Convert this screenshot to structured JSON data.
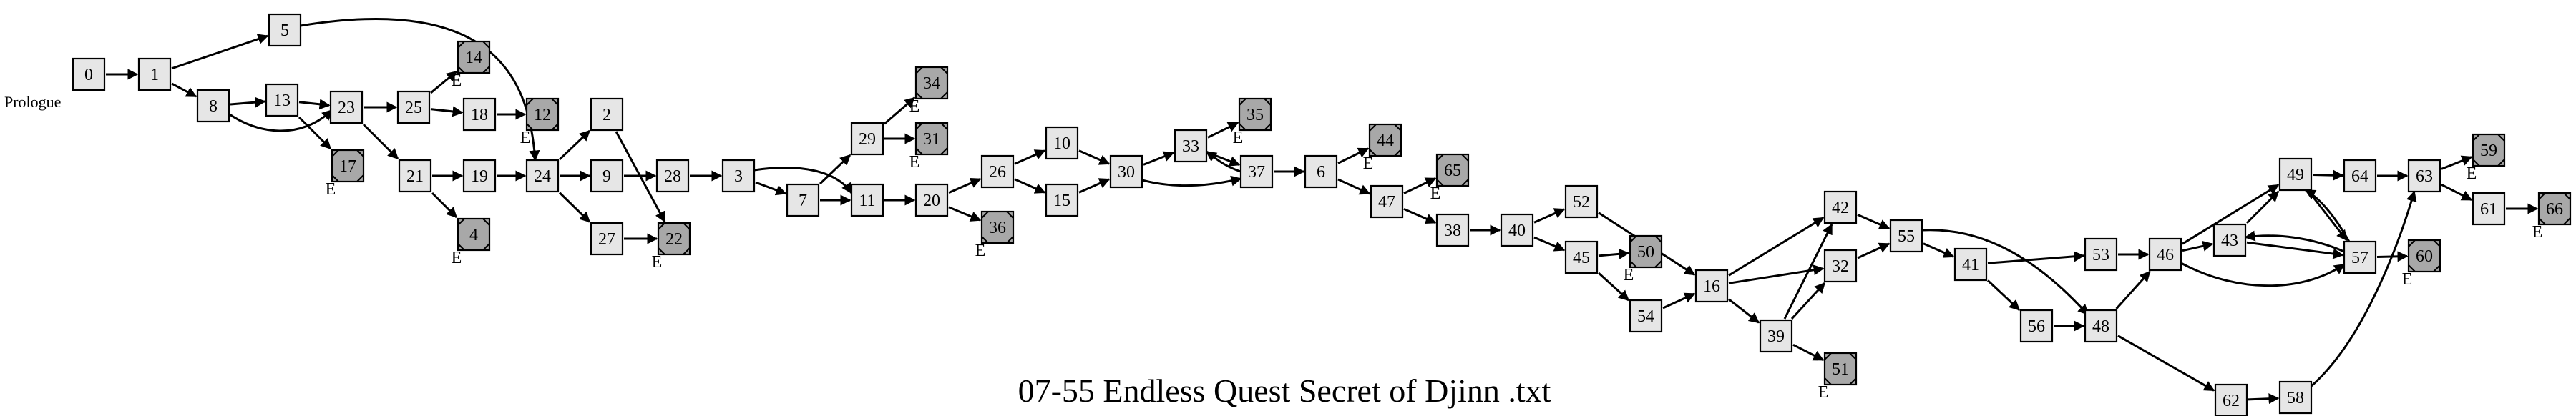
{
  "title": "07-55 Endless Quest Secret of Djinn .txt",
  "prologue_label": "Prologue",
  "end_marker": "E",
  "nodes": [
    {
      "id": "0",
      "ending": false
    },
    {
      "id": "1",
      "ending": false
    },
    {
      "id": "5",
      "ending": false
    },
    {
      "id": "8",
      "ending": false
    },
    {
      "id": "13",
      "ending": false
    },
    {
      "id": "17",
      "ending": true
    },
    {
      "id": "23",
      "ending": false
    },
    {
      "id": "21",
      "ending": false
    },
    {
      "id": "25",
      "ending": false
    },
    {
      "id": "14",
      "ending": true
    },
    {
      "id": "18",
      "ending": false
    },
    {
      "id": "12",
      "ending": true
    },
    {
      "id": "19",
      "ending": false
    },
    {
      "id": "4",
      "ending": true
    },
    {
      "id": "24",
      "ending": false
    },
    {
      "id": "2",
      "ending": false
    },
    {
      "id": "9",
      "ending": false
    },
    {
      "id": "27",
      "ending": false
    },
    {
      "id": "28",
      "ending": false
    },
    {
      "id": "22",
      "ending": true
    },
    {
      "id": "3",
      "ending": false
    },
    {
      "id": "7",
      "ending": false
    },
    {
      "id": "11",
      "ending": false
    },
    {
      "id": "29",
      "ending": false
    },
    {
      "id": "34",
      "ending": true
    },
    {
      "id": "31",
      "ending": true
    },
    {
      "id": "20",
      "ending": false
    },
    {
      "id": "26",
      "ending": false
    },
    {
      "id": "36",
      "ending": true
    },
    {
      "id": "10",
      "ending": false
    },
    {
      "id": "15",
      "ending": false
    },
    {
      "id": "30",
      "ending": false
    },
    {
      "id": "33",
      "ending": false
    },
    {
      "id": "35",
      "ending": true
    },
    {
      "id": "37",
      "ending": false
    },
    {
      "id": "6",
      "ending": false
    },
    {
      "id": "44",
      "ending": true
    },
    {
      "id": "47",
      "ending": false
    },
    {
      "id": "65",
      "ending": true
    },
    {
      "id": "38",
      "ending": false
    },
    {
      "id": "40",
      "ending": false
    },
    {
      "id": "52",
      "ending": false
    },
    {
      "id": "45",
      "ending": false
    },
    {
      "id": "50",
      "ending": true
    },
    {
      "id": "54",
      "ending": false
    },
    {
      "id": "16",
      "ending": false
    },
    {
      "id": "42",
      "ending": false
    },
    {
      "id": "32",
      "ending": false
    },
    {
      "id": "39",
      "ending": false
    },
    {
      "id": "51",
      "ending": true
    },
    {
      "id": "55",
      "ending": false
    },
    {
      "id": "41",
      "ending": false
    },
    {
      "id": "56",
      "ending": false
    },
    {
      "id": "53",
      "ending": false
    },
    {
      "id": "48",
      "ending": false
    },
    {
      "id": "46",
      "ending": false
    },
    {
      "id": "43",
      "ending": false
    },
    {
      "id": "49",
      "ending": false
    },
    {
      "id": "57",
      "ending": false
    },
    {
      "id": "62",
      "ending": false
    },
    {
      "id": "58",
      "ending": false
    },
    {
      "id": "64",
      "ending": false
    },
    {
      "id": "60",
      "ending": true
    },
    {
      "id": "63",
      "ending": false
    },
    {
      "id": "59",
      "ending": true
    },
    {
      "id": "61",
      "ending": false
    },
    {
      "id": "66",
      "ending": true
    }
  ],
  "edges": [
    [
      "0",
      "1"
    ],
    [
      "1",
      "5"
    ],
    [
      "1",
      "8"
    ],
    [
      "5",
      "24"
    ],
    [
      "8",
      "13"
    ],
    [
      "8",
      "23"
    ],
    [
      "13",
      "17"
    ],
    [
      "13",
      "23"
    ],
    [
      "23",
      "25"
    ],
    [
      "23",
      "21"
    ],
    [
      "25",
      "14"
    ],
    [
      "25",
      "18"
    ],
    [
      "18",
      "12"
    ],
    [
      "21",
      "19"
    ],
    [
      "21",
      "4"
    ],
    [
      "19",
      "24"
    ],
    [
      "24",
      "2"
    ],
    [
      "24",
      "9"
    ],
    [
      "24",
      "27"
    ],
    [
      "2",
      "22"
    ],
    [
      "9",
      "28"
    ],
    [
      "27",
      "22"
    ],
    [
      "28",
      "3"
    ],
    [
      "3",
      "7"
    ],
    [
      "3",
      "11"
    ],
    [
      "7",
      "11"
    ],
    [
      "7",
      "29"
    ],
    [
      "29",
      "34"
    ],
    [
      "29",
      "31"
    ],
    [
      "11",
      "20"
    ],
    [
      "20",
      "26"
    ],
    [
      "20",
      "36"
    ],
    [
      "26",
      "10"
    ],
    [
      "26",
      "15"
    ],
    [
      "10",
      "30"
    ],
    [
      "15",
      "30"
    ],
    [
      "30",
      "33"
    ],
    [
      "30",
      "37"
    ],
    [
      "33",
      "35"
    ],
    [
      "33",
      "37"
    ],
    [
      "37",
      "33"
    ],
    [
      "37",
      "6"
    ],
    [
      "6",
      "44"
    ],
    [
      "6",
      "47"
    ],
    [
      "47",
      "65"
    ],
    [
      "47",
      "38"
    ],
    [
      "38",
      "40"
    ],
    [
      "40",
      "52"
    ],
    [
      "40",
      "45"
    ],
    [
      "45",
      "50"
    ],
    [
      "45",
      "54"
    ],
    [
      "52",
      "16"
    ],
    [
      "54",
      "16"
    ],
    [
      "16",
      "42"
    ],
    [
      "16",
      "32"
    ],
    [
      "16",
      "39"
    ],
    [
      "39",
      "42"
    ],
    [
      "39",
      "32"
    ],
    [
      "39",
      "51"
    ],
    [
      "42",
      "55"
    ],
    [
      "32",
      "55"
    ],
    [
      "55",
      "41"
    ],
    [
      "55",
      "48"
    ],
    [
      "41",
      "53"
    ],
    [
      "41",
      "56"
    ],
    [
      "56",
      "48"
    ],
    [
      "53",
      "46"
    ],
    [
      "48",
      "46"
    ],
    [
      "48",
      "62"
    ],
    [
      "62",
      "58"
    ],
    [
      "58",
      "63"
    ],
    [
      "46",
      "43"
    ],
    [
      "46",
      "49"
    ],
    [
      "46",
      "57"
    ],
    [
      "43",
      "49"
    ],
    [
      "43",
      "57"
    ],
    [
      "57",
      "43"
    ],
    [
      "49",
      "57"
    ],
    [
      "57",
      "49"
    ],
    [
      "49",
      "64"
    ],
    [
      "57",
      "60"
    ],
    [
      "64",
      "63"
    ],
    [
      "63",
      "59"
    ],
    [
      "63",
      "61"
    ],
    [
      "61",
      "66"
    ]
  ]
}
